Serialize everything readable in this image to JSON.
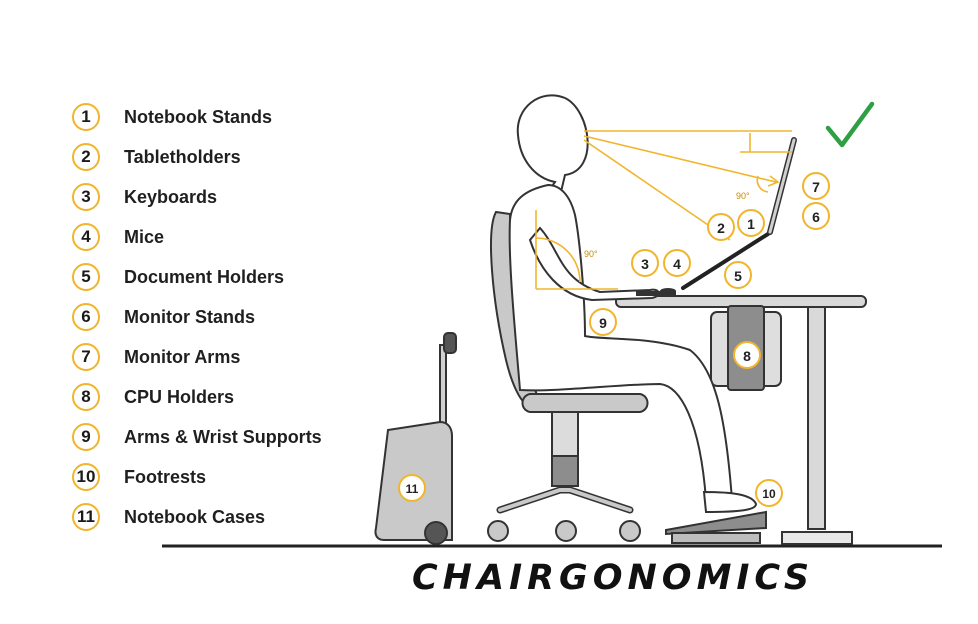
{
  "legend": [
    {
      "number": "1",
      "label": "Notebook Stands"
    },
    {
      "number": "2",
      "label": "Tabletholders"
    },
    {
      "number": "3",
      "label": "Keyboards"
    },
    {
      "number": "4",
      "label": "Mice"
    },
    {
      "number": "5",
      "label": "Document Holders"
    },
    {
      "number": "6",
      "label": "Monitor Stands"
    },
    {
      "number": "7",
      "label": "Monitor Arms"
    },
    {
      "number": "8",
      "label": "CPU Holders"
    },
    {
      "number": "9",
      "label": "Arms & Wrist Supports"
    },
    {
      "number": "10",
      "label": "Footrests"
    },
    {
      "number": "11",
      "label": "Notebook Cases"
    }
  ],
  "scene_markers": {
    "m1": "1",
    "m2": "2",
    "m3": "3",
    "m4": "4",
    "m5": "5",
    "m6": "6",
    "m7": "7",
    "m8": "8",
    "m9": "9",
    "m10": "10",
    "m11": "11"
  },
  "angles": {
    "eye_angle": "90°",
    "hip_angle": "90°"
  },
  "brand": "CHAIRGONOMICS",
  "colors": {
    "accent": "#f1b52d",
    "check": "#2ea043",
    "gray": "#c9c9c9",
    "outline": "#333333"
  }
}
